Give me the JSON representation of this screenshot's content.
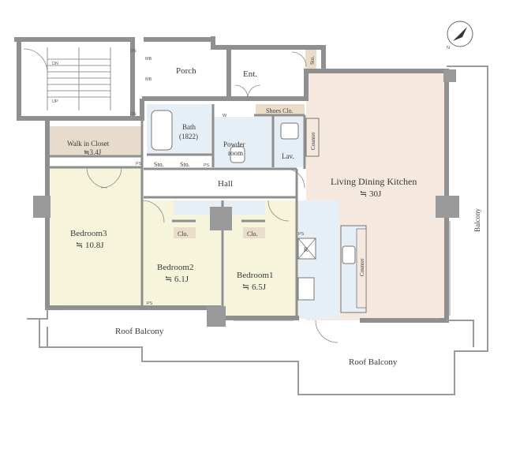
{
  "rooms": {
    "porch": "Porch",
    "ent": "Ent.",
    "sto_top": "Sto.",
    "shoes": "Shoes Clo.",
    "bath": "Bath",
    "bath_size": "(1822)",
    "powder": "Powder",
    "powder2": "room",
    "lav": "Lav.",
    "counter1": "Counter",
    "walk_in": "Walk in Closet",
    "walk_in_size": "≒3.4J",
    "sto1": "Sto.",
    "sto2": "Sto.",
    "hall": "Hall",
    "ldk": "Living Dining Kitchen",
    "ldk_size": "≒ 30J",
    "bed3": "Bedroom3",
    "bed3_size": "≒ 10.8J",
    "bed2": "Bedroom2",
    "bed2_size": "≒ 6.1J",
    "bed1": "Bedroom1",
    "bed1_size": "≒ 6.5J",
    "clo1": "Clo.",
    "clo2": "Clo.",
    "counter2": "Counter",
    "fridge": "R",
    "roof_balcony_left": "Roof Balcony",
    "roof_balcony_bottom": "Roof Balcony",
    "balcony": "Balcony"
  },
  "tags": {
    "ds1": "DS",
    "mb1": "MB",
    "mb2": "MB",
    "ds2": "DS",
    "dn": "DN",
    "up": "UP",
    "w": "W",
    "ps1": "PS",
    "ps2": "PS",
    "ps3": "PS",
    "ps4": "PS"
  },
  "colors": {
    "wall": "#8f8f8f",
    "ldk_floor": "#f5e9df",
    "bedroom_floor": "#f6f5dc",
    "wet_floor": "#e6eef6",
    "closet_floor": "#e7dccb",
    "sto_floor": "#e9dcc8"
  }
}
